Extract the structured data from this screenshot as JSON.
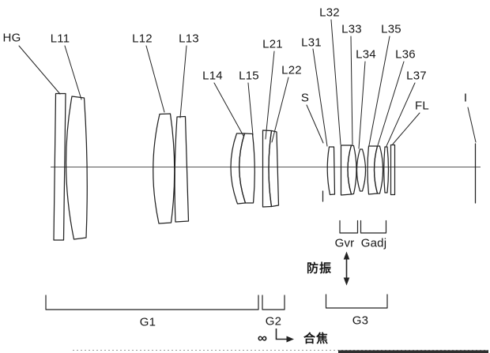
{
  "figure": {
    "kind": "zoom-lens optical cross-section (patent style line drawing)",
    "background_color": "#ffffff",
    "line_color": "#222222",
    "axis_color": "#555555"
  },
  "element_labels": {
    "hg": "HG",
    "l11": "L11",
    "l12": "L12",
    "l13": "L13",
    "l14": "L14",
    "l15": "L15",
    "l21": "L21",
    "l22": "L22",
    "l31": "L31",
    "l32": "L32",
    "l33": "L33",
    "l34": "L34",
    "l35": "L35",
    "l36": "L36",
    "l37": "L37",
    "s": "S",
    "fl": "FL",
    "i": "I"
  },
  "group_labels": {
    "g1": "G1",
    "g2": "G2",
    "g3": "G3",
    "gvr": "Gvr",
    "gadj": "Gadj"
  },
  "annotations": {
    "vibration_reduction": "防振",
    "focusing": "合焦",
    "infinity": "∞"
  }
}
